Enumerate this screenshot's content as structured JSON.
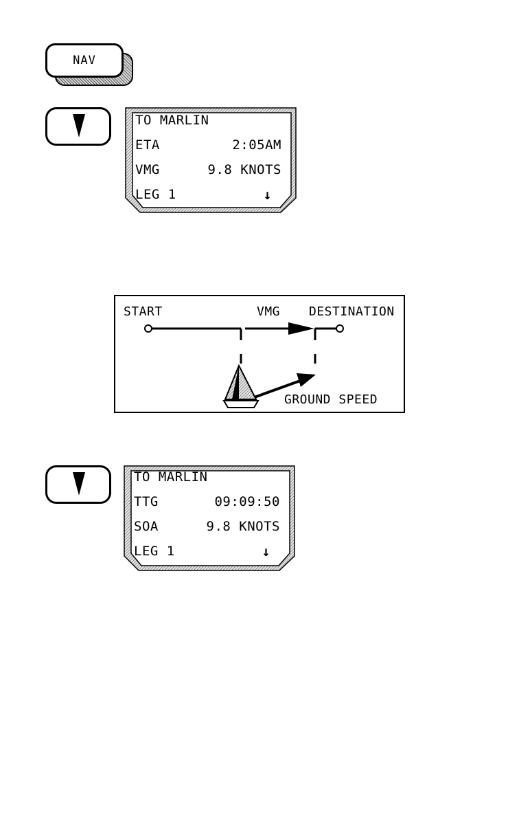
{
  "nav_key": {
    "label": "NAV"
  },
  "panel1": {
    "rows": [
      {
        "left": "TO MARLIN",
        "right": ""
      },
      {
        "left": "ETA",
        "right": "2:05AM"
      },
      {
        "left": "VMG",
        "right": "9.8 KNOTS"
      },
      {
        "left": "LEG 1",
        "right": ""
      }
    ],
    "scroll_glyph": "↓"
  },
  "diagram": {
    "start_label": "START",
    "vmg_label": "VMG",
    "destination_label": "DESTINATION",
    "ground_speed_label": "GROUND SPEED"
  },
  "panel2": {
    "rows": [
      {
        "left": "TO MARLIN",
        "right": ""
      },
      {
        "left": "TTG",
        "right": "09:09:50"
      },
      {
        "left": "SOA",
        "right": "9.8 KNOTS"
      },
      {
        "left": "LEG 1",
        "right": ""
      }
    ],
    "scroll_glyph": "↓"
  },
  "icons": [
    "down-arrow-icon",
    "sailboat-icon",
    "scroll-down-icon"
  ]
}
